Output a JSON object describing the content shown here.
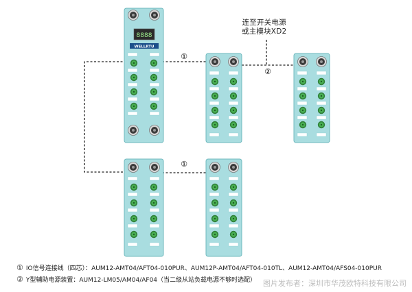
{
  "diagram": {
    "top_note": {
      "line1": "连至开关电源",
      "line2": "或主模块XD2"
    },
    "link_labels": {
      "io_cable": "①",
      "aux_power": "②"
    },
    "master_module": {
      "display": "8888",
      "brand": "WELLRTU"
    },
    "legend": [
      {
        "num": "①",
        "text": "IO信号连接线（四芯）：AUM12-AMT04/AFT04-010PUR、AUM12P-AMT04/AFT04-010TL、AUM12-AMT04/AFS04-010PUR"
      },
      {
        "num": "②",
        "text": "Y型辅助电源装置：AUM12-LM05/AM04/AF04（当二级从站负载电源不够时选配）"
      }
    ],
    "watermark": "图片发布者：深圳市华茂欧特科技有限公司",
    "colors": {
      "module_body": "#a9dde0",
      "module_border": "#6fb9be",
      "port_green": "#3fa04a",
      "label_white": "#ffffff",
      "connector_dark": "#3a3a3a"
    }
  }
}
